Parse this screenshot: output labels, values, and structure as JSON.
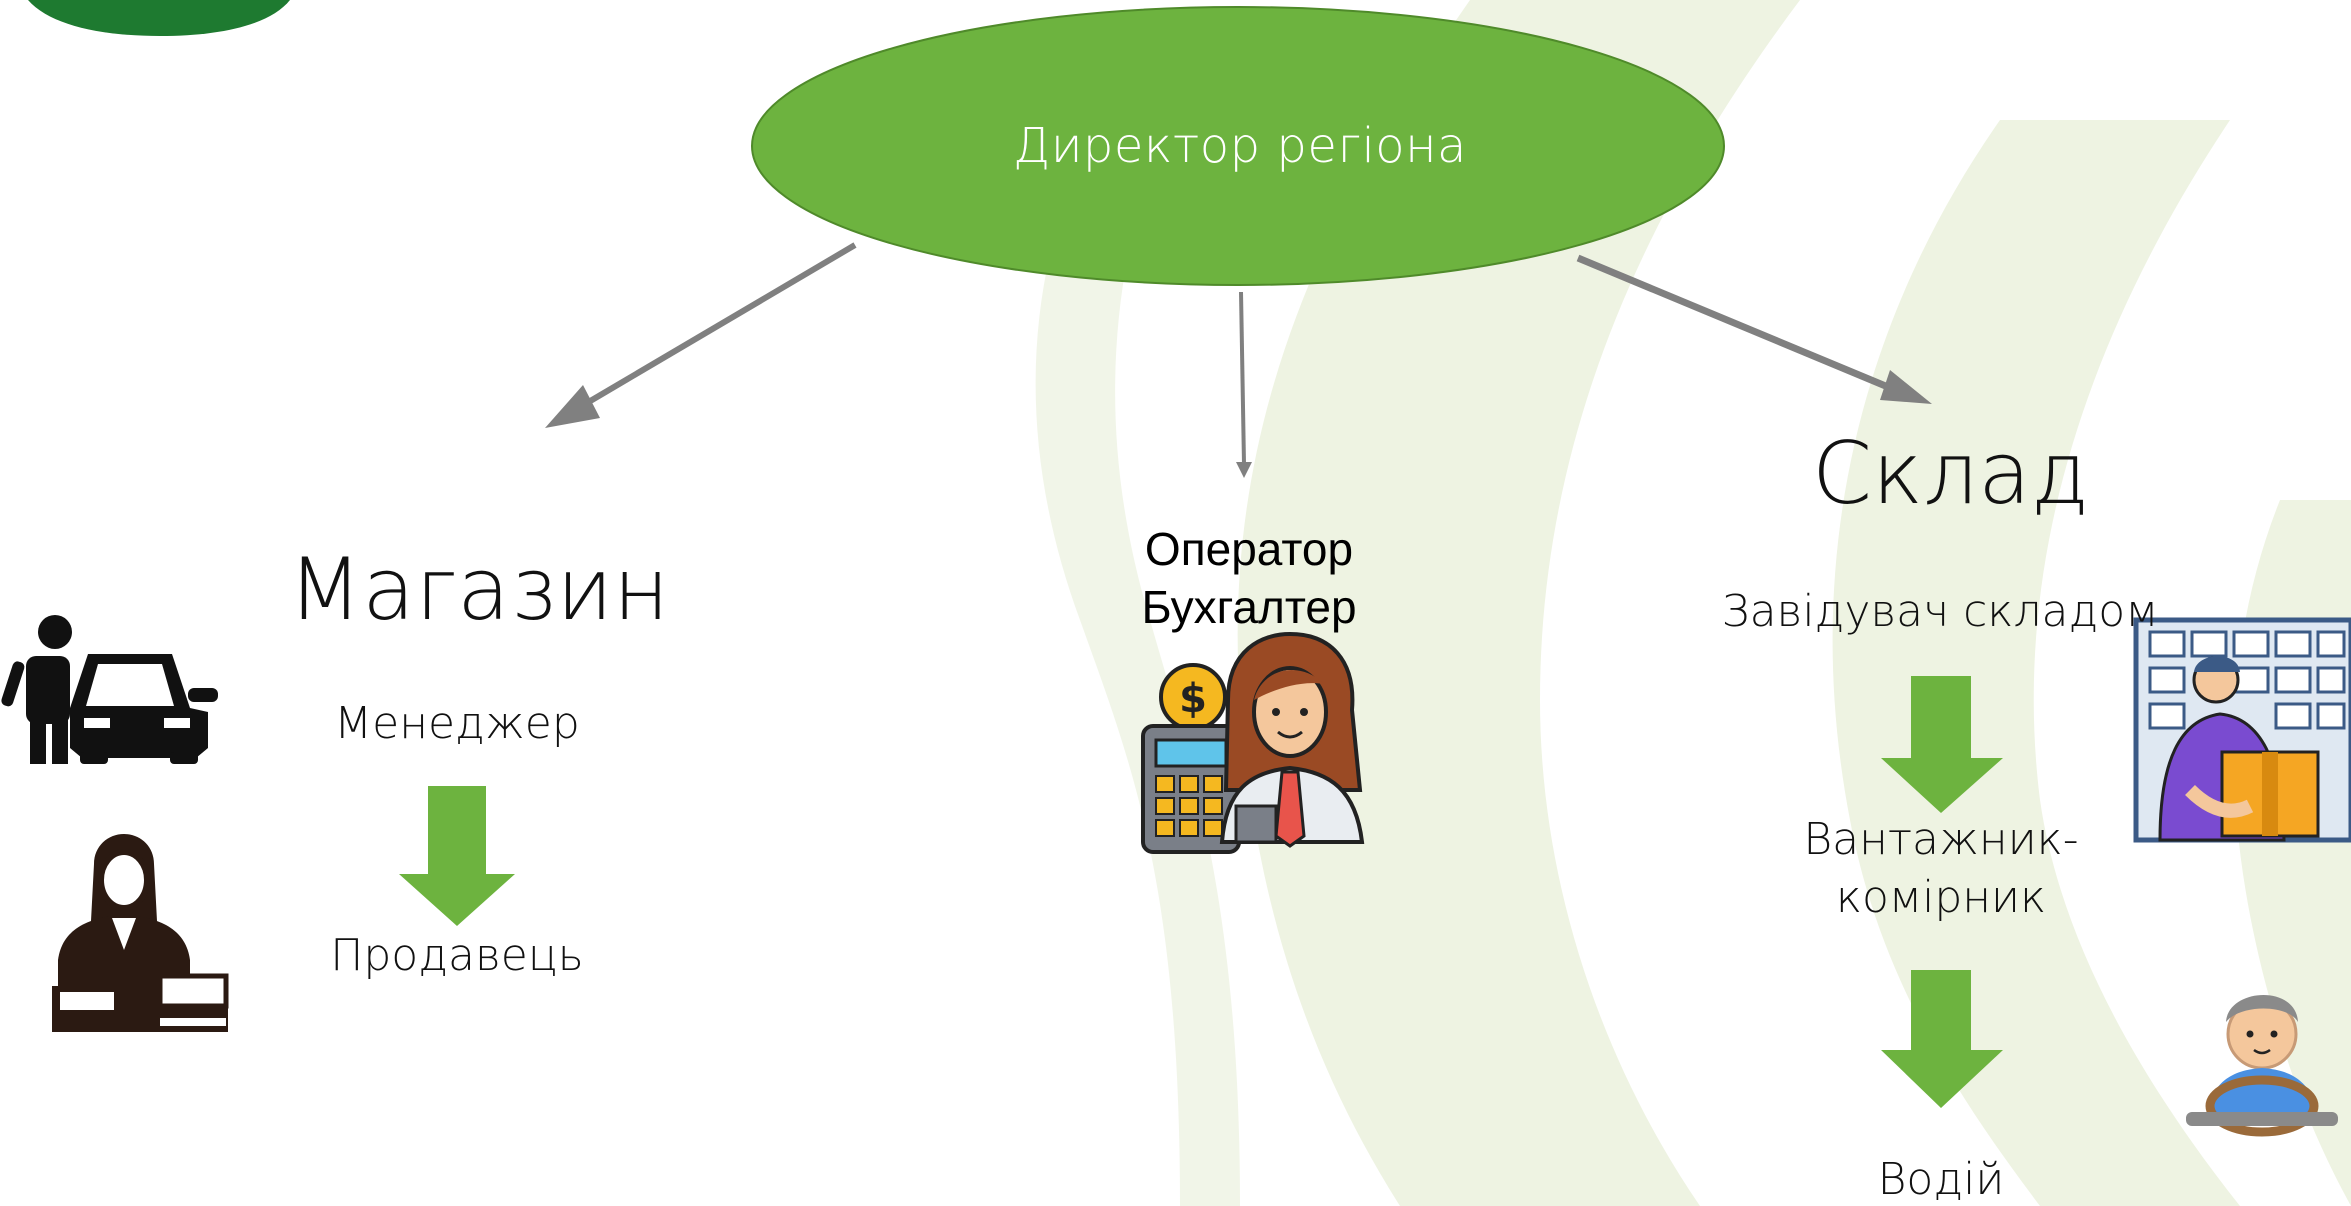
{
  "root": {
    "label": "Директор регіона"
  },
  "branches": {
    "shop": {
      "title": "Магазин",
      "roles": [
        "Менеджер",
        "Продавець"
      ]
    },
    "office": {
      "roles": [
        "Оператор",
        "Бухгалтер"
      ]
    },
    "warehouse": {
      "title": "Склад",
      "roles": [
        "Завідувач складом",
        "Вантажник-",
        "комірник",
        "Водій"
      ]
    }
  },
  "colors": {
    "accent_green": "#6db33f",
    "logo_green": "#1e7a30",
    "arrow_gray": "#808080",
    "watermark": "#eef3e2"
  },
  "icons": [
    "logo",
    "car-with-person-icon",
    "saleswoman-icon",
    "accountant-icon",
    "warehouse-worker-icon",
    "driver-icon"
  ]
}
